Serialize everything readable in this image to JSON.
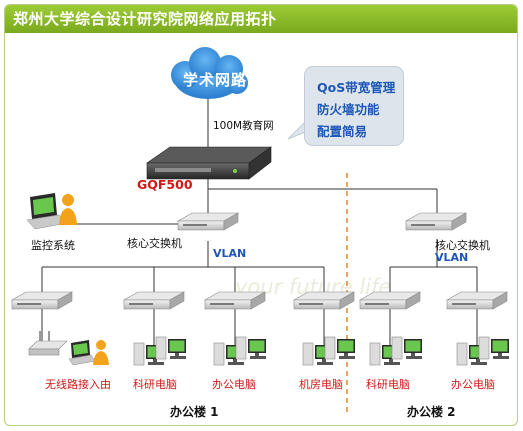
{
  "title": "郑州大学综合设计研究院网络应用拓扑",
  "internet_label": "学术网路",
  "uplink_label": "100M教育网",
  "router_model": "GQF500",
  "features": [
    "QoS带宽管理",
    "防火墙功能",
    "配置简易"
  ],
  "monitor_label": "监控系统",
  "core_switch_label": "核心交换机",
  "vlan_label": "VLAN",
  "watermark": "your future life",
  "buildings": [
    {
      "name": "办公楼 1",
      "endpoints": [
        "无线路接入由",
        "科研电脑",
        "办公电脑",
        "机房电脑"
      ]
    },
    {
      "name": "办公楼 2",
      "endpoints": [
        "科研电脑",
        "办公电脑"
      ]
    }
  ],
  "colors": {
    "title_bar": "#8bbd2a",
    "frame_border": "#b9cf84",
    "cloud": "#2f8bd8",
    "line": "#333333",
    "divider": "#e08a2c",
    "label_red": "#d11818",
    "label_blue": "#1d57b8"
  }
}
